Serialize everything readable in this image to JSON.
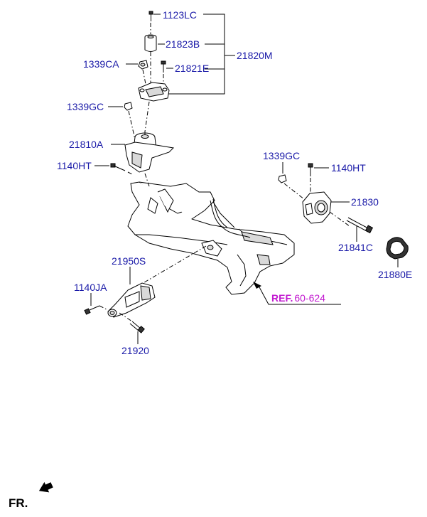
{
  "labels": {
    "p1123LC": "1123LC",
    "p21823B": "21823B",
    "p21820M": "21820M",
    "p1339CA": "1339CA",
    "p21821E": "21821E",
    "p1339GC_top": "1339GC",
    "p21810A": "21810A",
    "p1140HT_left": "1140HT",
    "p1339GC_right": "1339GC",
    "p1140HT_right": "1140HT",
    "p21830": "21830",
    "p21841C": "21841C",
    "p21880E": "21880E",
    "p21950S": "21950S",
    "p1140JA": "1140JA",
    "p21920": "21920",
    "ref_prefix": "REF.",
    "ref_code": "60-624",
    "front": "FR."
  }
}
